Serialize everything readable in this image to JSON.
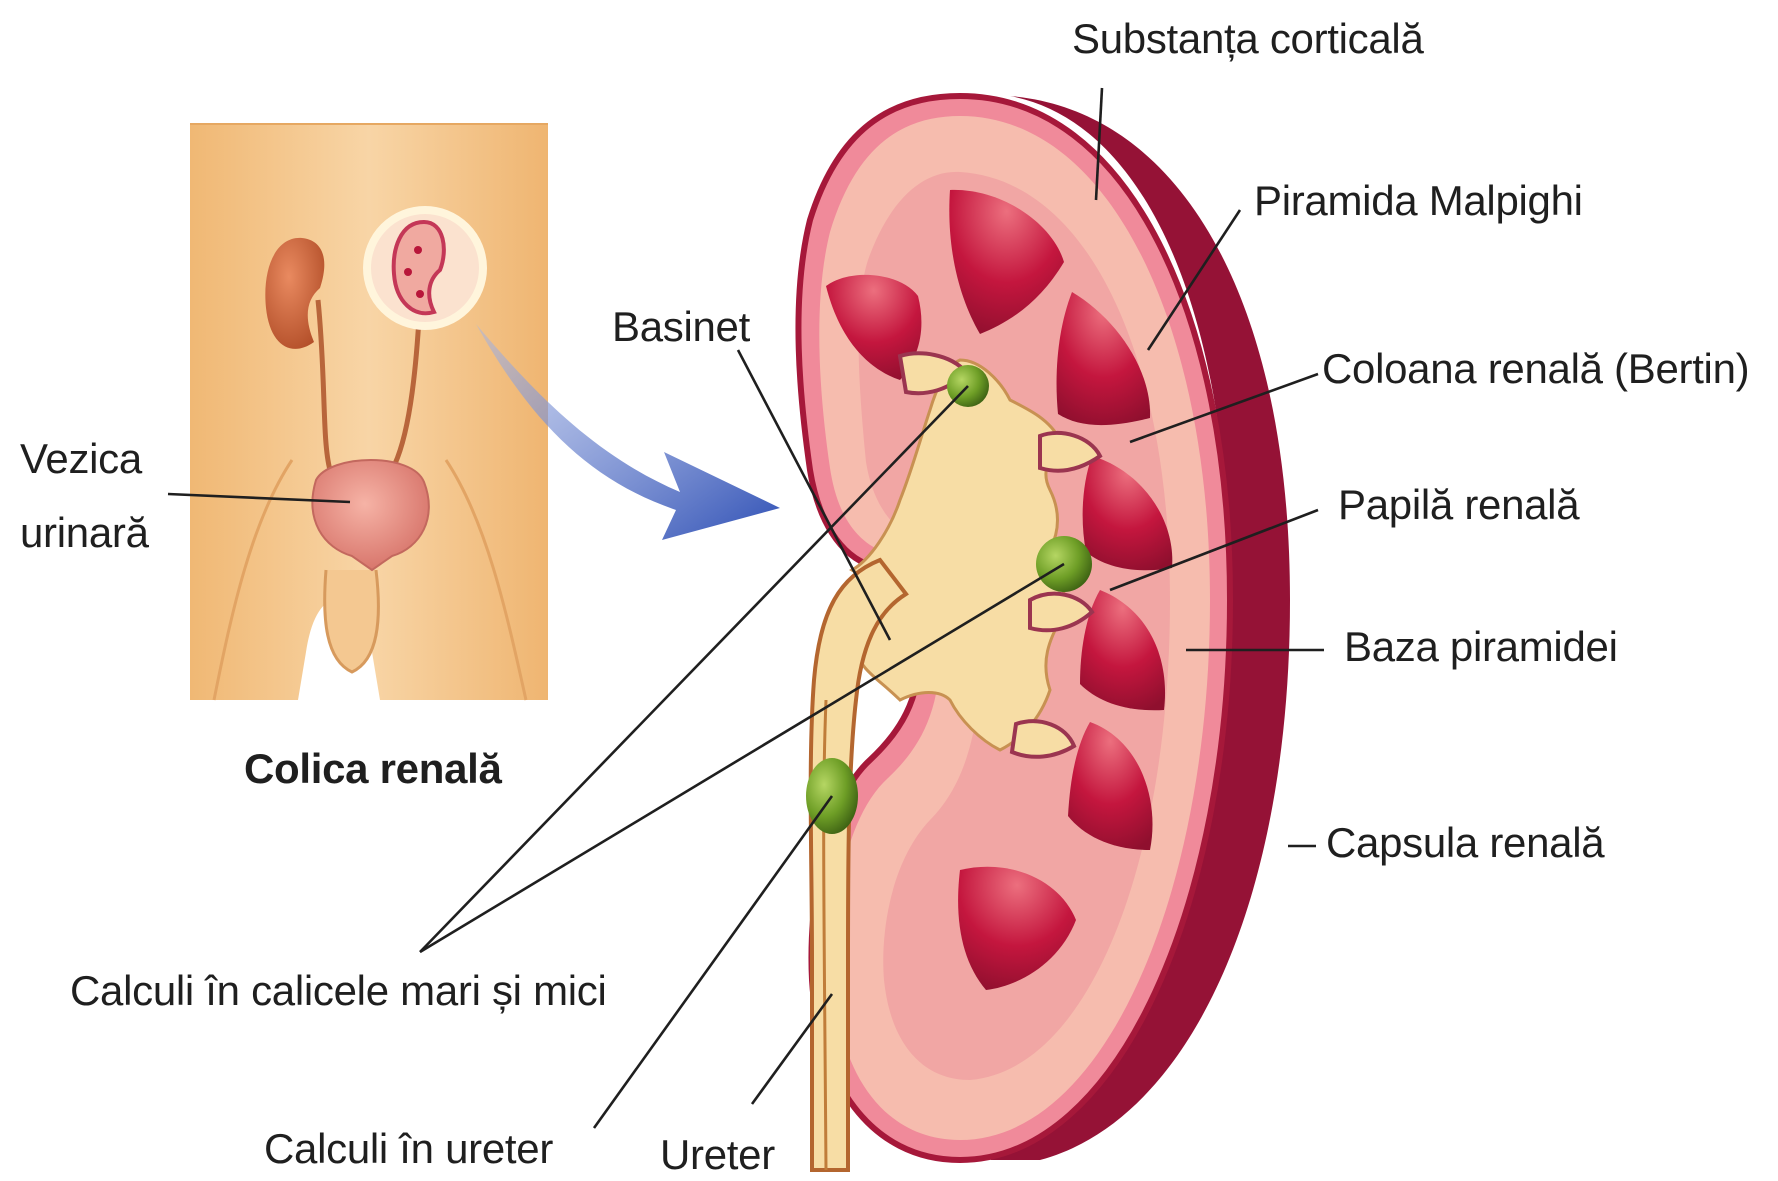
{
  "diagram": {
    "labels": {
      "substanta_corticala": "Substanța corticală",
      "piramida_malpighi": "Piramida Malpighi",
      "basinet": "Basinet",
      "coloana_renala": "Coloana renală (Bertin)",
      "vezica_line1": "Vezica",
      "vezica_line2": "urinară",
      "papila_renala": "Papilă renală",
      "baza_piramidei": "Baza piramidei",
      "colica_renala": "Colica renală",
      "capsula_renala": "Capsula renală",
      "calculi_calice": "Calculi în calicele mari și mici",
      "calculi_ureter": "Calculi în ureter",
      "ureter": "Ureter"
    },
    "colors": {
      "skin": "#f3c184",
      "kidney_cortex": "#f6bcae",
      "kidney_capsule": "#a6183a",
      "pyramid": "#c4163e",
      "pelvis": "#f7dda5",
      "stone": "#6e9e26",
      "arrow": "#3d5fbf",
      "bladder": "#e99287"
    }
  }
}
